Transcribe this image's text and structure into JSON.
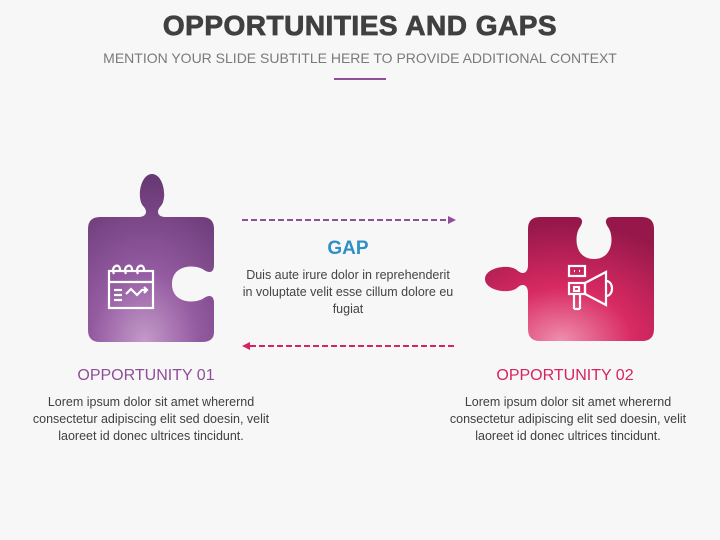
{
  "header": {
    "title": "OPPORTUNITIES AND GAPS",
    "subtitle": "MENTION YOUR SLIDE SUBTITLE HERE TO PROVIDE ADDITIONAL CONTEXT"
  },
  "colors": {
    "title": "#404040",
    "accent_purple": "#8e4e98",
    "accent_pink": "#d6245e",
    "gap_blue": "#2f8fc6"
  },
  "gap": {
    "title": "GAP",
    "description": "Duis aute irure dolor in reprehenderit in voluptate velit esse cillum dolore eu fugiat"
  },
  "opportunities": [
    {
      "title": "OPPORTUNITY 01",
      "description": "Lorem ipsum dolor sit amet wherernd consectetur adipiscing elit sed doesin, velit laoreet id donec ultrices tincidunt.",
      "icon": "calendar-chart-icon"
    },
    {
      "title": "OPPORTUNITY 02",
      "description": "Lorem ipsum dolor sit amet wherernd consectetur adipiscing elit sed doesin, velit laoreet id donec ultrices tincidunt.",
      "icon": "megaphone-icon"
    }
  ]
}
